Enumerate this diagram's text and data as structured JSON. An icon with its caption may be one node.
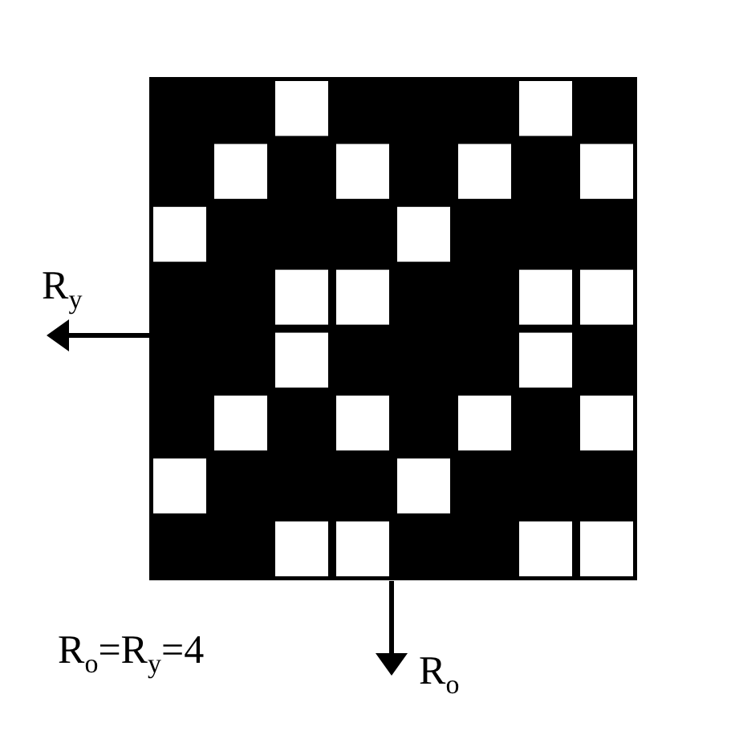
{
  "diagram": {
    "labels": [
      "R$_{y}$",
      "R$_{o}$=R$_{y}$=4",
      "R$_{o}$"
    ]
  }
}
